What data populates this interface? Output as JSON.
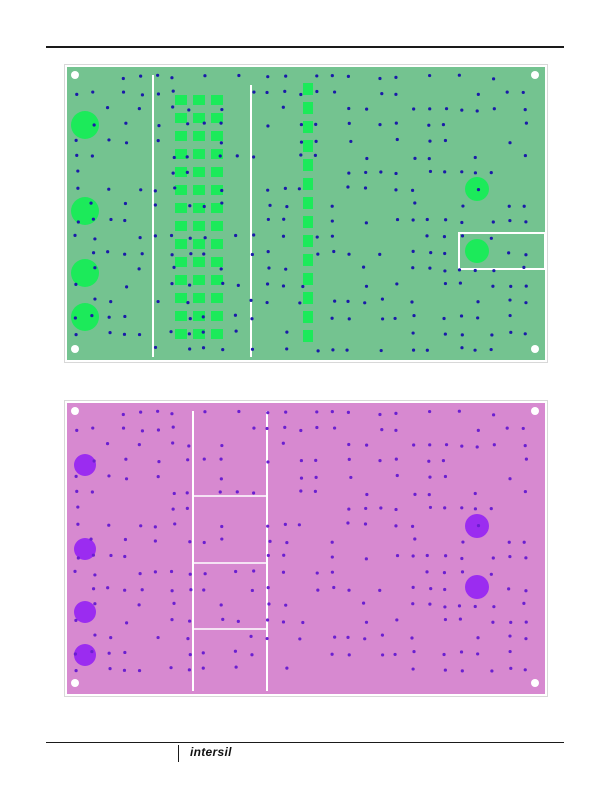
{
  "page": {
    "footer_logo": "intersil"
  },
  "figures": [
    {
      "id": "top-layer",
      "board_color": "#74c390",
      "pad_color": "#1cea5a",
      "via_color": "#1a1aa8",
      "outline_color": "#ffffff"
    },
    {
      "id": "bottom-layer",
      "board_color": "#d789d0",
      "pad_color": "#9b2cf0",
      "via_color": "#6a1fd0",
      "outline_color": "#ffffff"
    }
  ]
}
